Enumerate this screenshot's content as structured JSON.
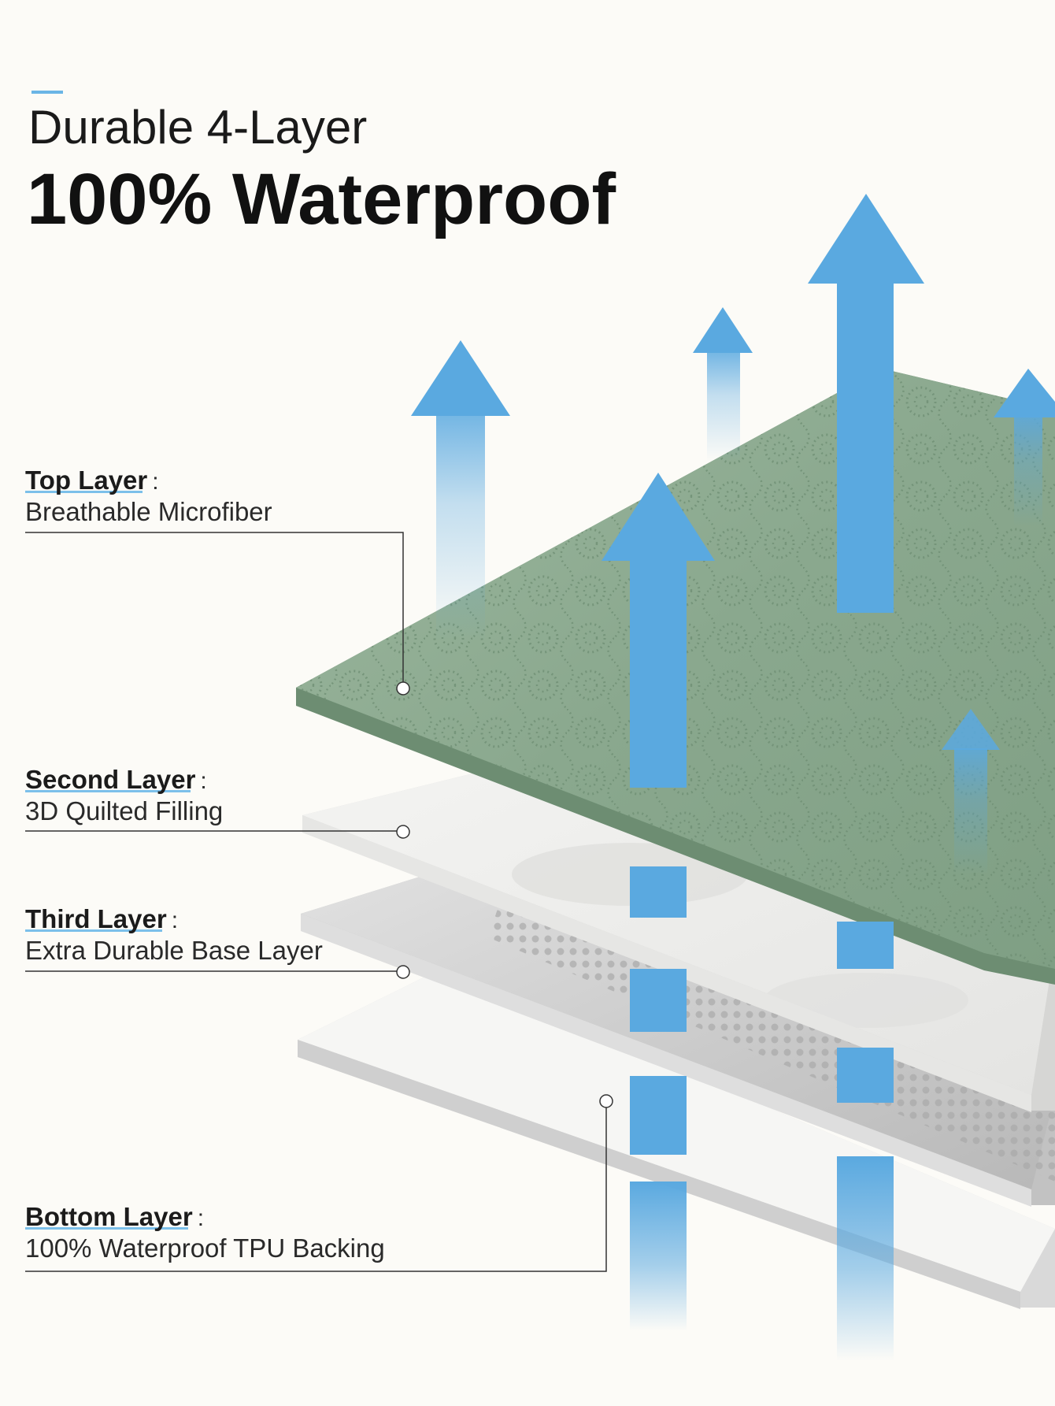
{
  "header": {
    "line1": "Durable 4-Layer",
    "line2": "100% Waterproof"
  },
  "layers": [
    {
      "title": "Top Layer",
      "separator": ":",
      "description": "Breathable Microfiber"
    },
    {
      "title": "Second Layer",
      "separator": ":",
      "description": "3D Quilted Filling"
    },
    {
      "title": "Third Layer",
      "separator": ":",
      "description": "Extra Durable Base Layer"
    },
    {
      "title": "Bottom Layer",
      "separator": ":",
      "description": "100% Waterproof TPU Backing"
    }
  ],
  "colors": {
    "background": "#fcfbf7",
    "accent": "#6ab5e6",
    "arrow": "#5aa9e0",
    "top_layer_fabric": "#8fac93",
    "filling": "#efefec",
    "base_layer": "#c9c9c9",
    "backing": "#f4f4f4",
    "leader_line": "#333333"
  },
  "icons": {
    "arrow": "up-arrow-icon",
    "marker": "leader-dot-icon"
  }
}
